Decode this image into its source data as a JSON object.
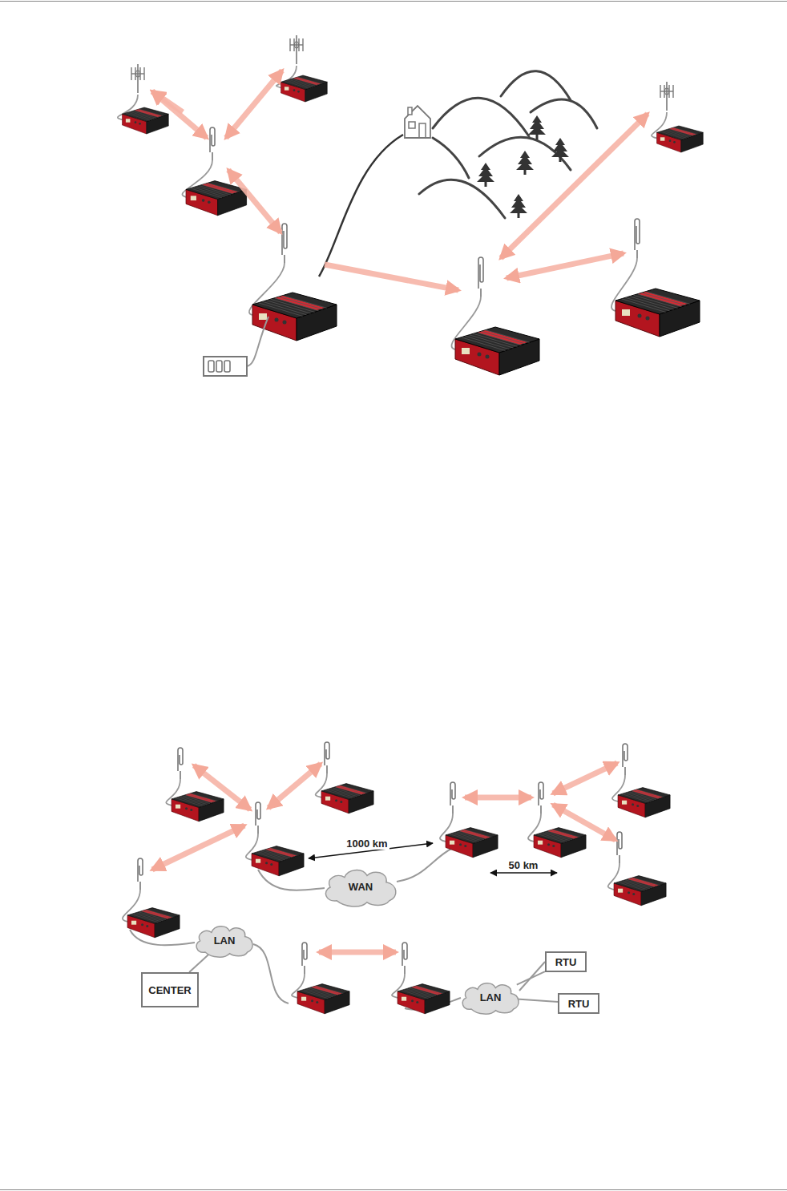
{
  "diagram": {
    "nodes": [
      {
        "text": [
          "WAN"
        ]
      },
      {
        "text": [
          "LAN"
        ]
      },
      {
        "text": [
          "CENTER"
        ]
      },
      {
        "text": [
          "LAN"
        ]
      },
      {
        "text": [
          "RTU"
        ]
      },
      {
        "text": [
          "RTU"
        ]
      }
    ],
    "edges": [
      {
        "from": 2,
        "to": 1,
        "arrow": "none"
      },
      {
        "from": 3,
        "to": 4,
        "arrow": "none"
      },
      {
        "from": 3,
        "to": 5,
        "arrow": "none"
      }
    ],
    "labels": [
      "1000 km",
      "50 km"
    ]
  }
}
